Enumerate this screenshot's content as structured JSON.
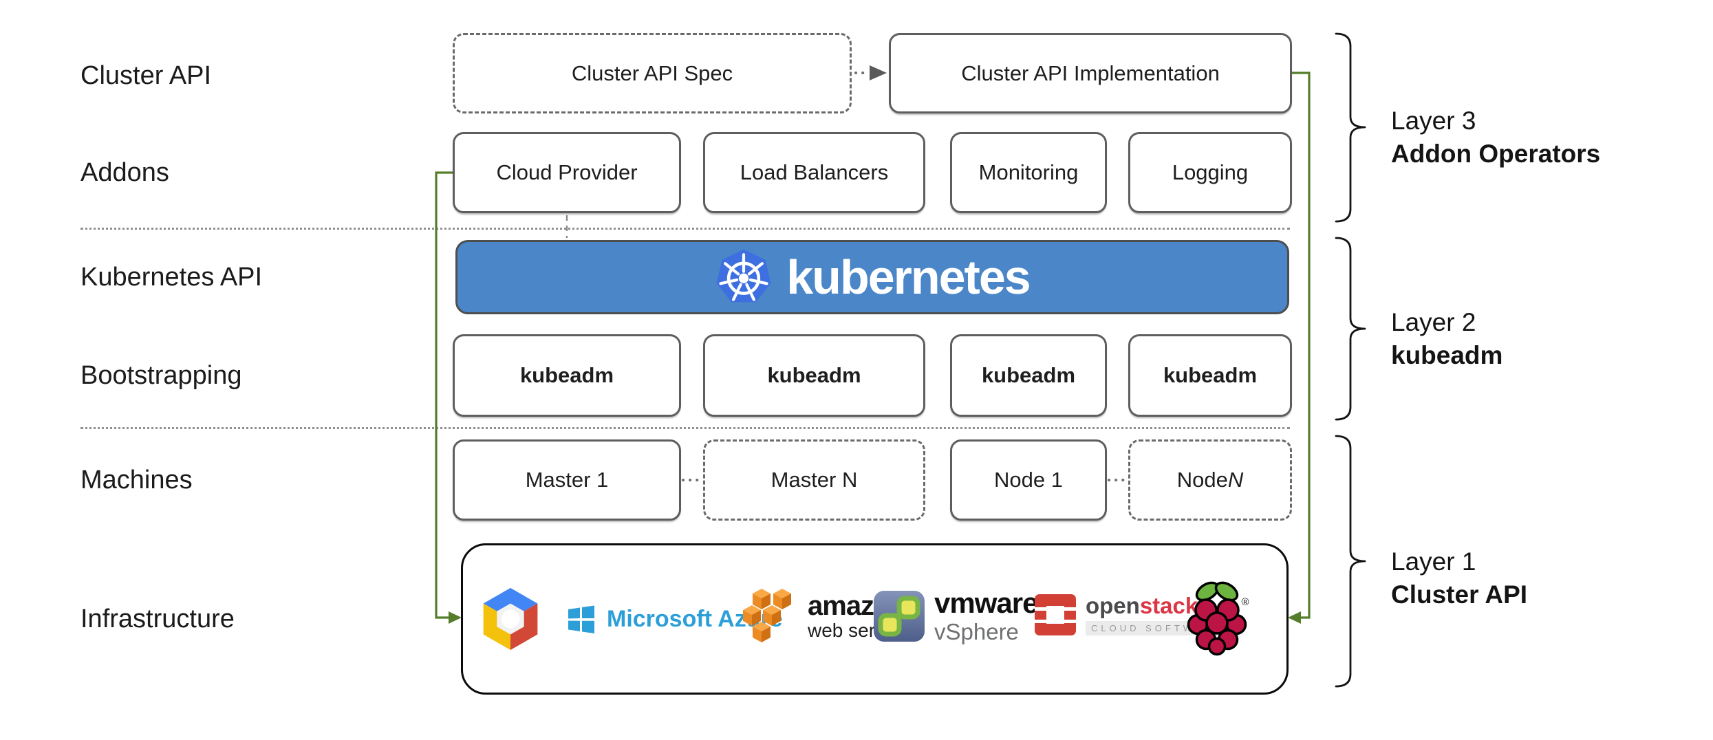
{
  "colors": {
    "banner-blue": "#4a86c8",
    "k8s-blue": "#3d6fe0",
    "green": "#557d2b",
    "azure": "#2d9fd8",
    "aws-orange": "#e88b24",
    "openstack-red": "#d23f34",
    "rpi-crimson": "#bc1445",
    "leaf-green": "#6cb33f",
    "vmware-slate": "#64779f"
  },
  "left_labels": {
    "cluster_api": "Cluster API",
    "addons": "Addons",
    "kubernetes_api": "Kubernetes API",
    "bootstrapping": "Bootstrapping",
    "machines": "Machines",
    "infrastructure": "Infrastructure"
  },
  "cluster_api_row": {
    "spec": "Cluster API Spec",
    "implementation": "Cluster API Implementation"
  },
  "addons_row": [
    "Cloud Provider",
    "Load Balancers",
    "Monitoring",
    "Logging"
  ],
  "banner": {
    "wordmark": "kubernetes"
  },
  "kubeadm_row": [
    "kubeadm",
    "kubeadm",
    "kubeadm",
    "kubeadm"
  ],
  "machines_row": [
    {
      "label": "Master 1",
      "n": ""
    },
    {
      "label": "Master N",
      "n": ""
    },
    {
      "label": "Node 1",
      "n": ""
    },
    {
      "label": "Node ",
      "n": "N"
    }
  ],
  "infrastructure_row": {
    "azure_text": "Microsoft Azure",
    "aws_line1": "amazon",
    "aws_line2": "web services",
    "vmware_text": "vmware",
    "vmware_reg": "®",
    "vsphere_text": "vSphere",
    "openstack_open": "open",
    "openstack_stack": "stack",
    "openstack_tm": "™",
    "openstack_sub": "CLOUD SOFTWARE",
    "rpi_reg": "®"
  },
  "layers": [
    {
      "title": "Layer 3",
      "subtitle": "Addon Operators"
    },
    {
      "title": "Layer 2",
      "subtitle": "kubeadm"
    },
    {
      "title": "Layer 1",
      "subtitle": "Cluster API"
    }
  ]
}
